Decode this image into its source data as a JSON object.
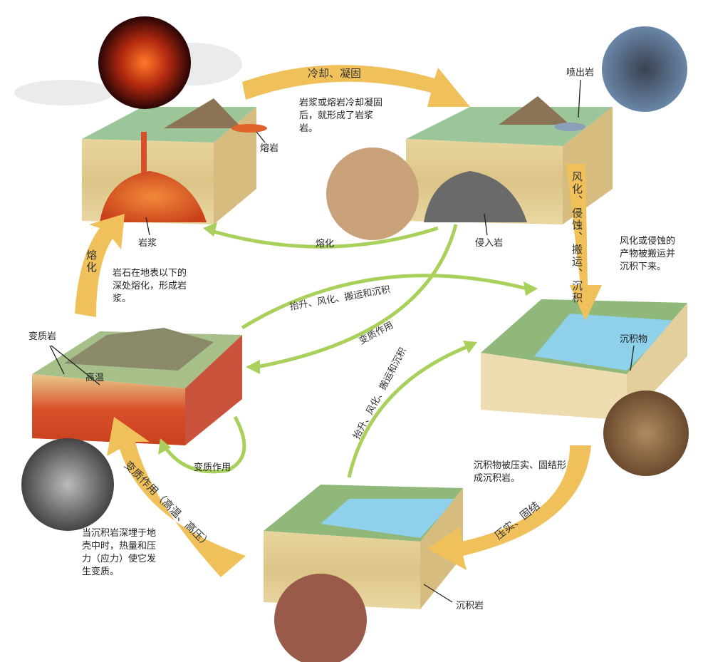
{
  "colors": {
    "yellow_arrow": "#f0c15a",
    "green_arrow": "#a8d05a",
    "magma": "#e0561e",
    "sediment": "#e9d9a6",
    "water": "#8fd0ea",
    "grass": "#7fb070"
  },
  "arrows": {
    "cool_solidify": "冷却、凝固",
    "weathering_vertical": "风化、侵蚀、搬运、沉积",
    "melting_left": "熔化",
    "melting_mid": "熔化",
    "uplift_top": "抬升、风化、搬运和沉积",
    "metamorphism_mid": "变质作用",
    "uplift_bottom": "抬升、风化、搬运和沉积",
    "metamorphism_loop": "变质作用",
    "compaction": "压实、固结",
    "metamorphism_high": "变质作用（高温、高压）"
  },
  "labels": {
    "lava": "熔岩",
    "extrusive": "喷出岩",
    "magma": "岩浆",
    "intrusive": "侵入岩",
    "metamorphic": "变质岩",
    "high_temp": "高温",
    "sediment": "沉积物",
    "sedimentary": "沉积岩"
  },
  "captions": {
    "igneous": "岩浆或熔岩冷却凝固后，就形成了岩浆岩。",
    "sediment": "风化或侵蚀的产物被搬运并沉积下来。",
    "melting": "岩石在地表以下的深处熔化，形成岩浆。",
    "compaction": "沉积物被压实、固结形成沉积岩。",
    "metamorphism": "当沉积岩深埋于地壳中时，热量和压力（应力）使它发生变质。"
  }
}
